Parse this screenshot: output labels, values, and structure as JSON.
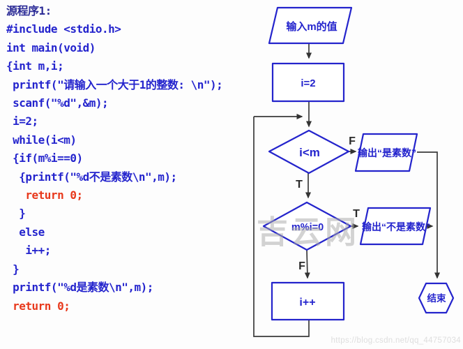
{
  "code": {
    "lines": [
      {
        "text": "源程序1:",
        "color": "navy"
      },
      {
        "text": "#include <stdio.h>",
        "color": "blue"
      },
      {
        "text": "int main(void)",
        "color": "blue"
      },
      {
        "text": "{int m,i;",
        "color": "blue"
      },
      {
        "text": " printf(\"请输入一个大于1的整数: \\n\");",
        "color": "blue"
      },
      {
        "text": " scanf(\"%d\",&m);",
        "color": "blue"
      },
      {
        "text": " i=2;",
        "color": "blue"
      },
      {
        "text": " while(i<m)",
        "color": "blue"
      },
      {
        "text": " {if(m%i==0)",
        "color": "blue"
      },
      {
        "text": "  {printf(\"%d不是素数\\n\",m);",
        "color": "blue"
      },
      {
        "text": "   return 0;",
        "color": "red"
      },
      {
        "text": "  }",
        "color": "blue"
      },
      {
        "text": "  else",
        "color": "blue"
      },
      {
        "text": "   i++;",
        "color": "blue"
      },
      {
        "text": " }",
        "color": "blue"
      },
      {
        "text": " printf(\"%d是素数\\n\",m);",
        "color": "blue"
      },
      {
        "text": " return 0;",
        "color": "red"
      }
    ]
  },
  "flowchart": {
    "nodes": {
      "input": "输入m的值",
      "init": "i=2",
      "cond1": "i<m",
      "out_prime": "输出“是素数”",
      "cond2": "m%i=0",
      "out_notprime": "输出“不是素数”",
      "inc": "i++",
      "end": "结束"
    },
    "branch_labels": {
      "cond1_false": "F",
      "cond1_true": "T",
      "cond2_true": "T",
      "cond2_false": "F"
    }
  },
  "watermark": {
    "site": "吉云网",
    "url": "https://blog.csdn.net/qq_44757034"
  },
  "colors": {
    "code_blue": "#2424cd",
    "code_navy": "#2b2b96",
    "code_red": "#e8391c",
    "shape_blue": "#2424cc",
    "connector_dark": "#3a3a3a",
    "watermark_gray": "#a8a8a8",
    "url_gray": "#dedede"
  }
}
